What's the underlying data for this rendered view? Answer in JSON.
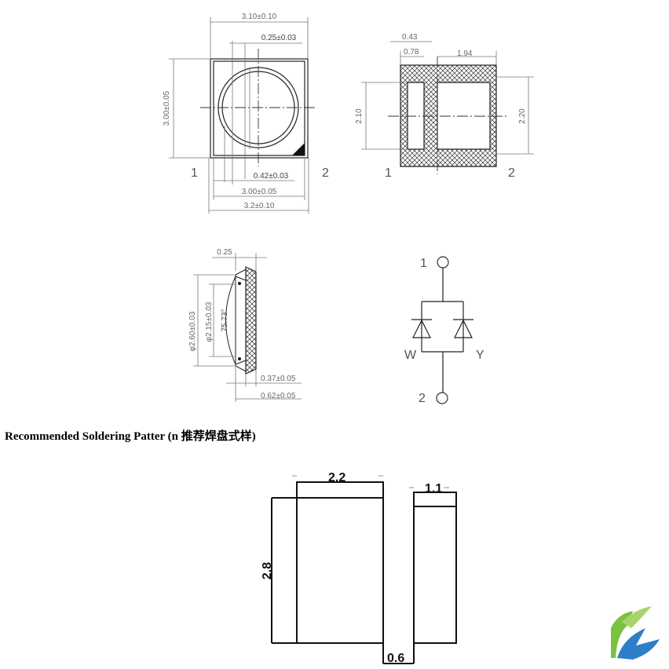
{
  "top_view": {
    "width_total": "3.10±0.10",
    "lens_offset": "0.25±0.03",
    "height": "3.00±0.05",
    "pad_gap": "0.42±0.03",
    "width_body": "3.00±0.05",
    "width_pads": "3.2±0.10",
    "pin1": "1",
    "pin2": "2"
  },
  "bottom_view": {
    "d1": "0.43",
    "d2": "0.78",
    "d3": "1.94",
    "h_left": "2.10",
    "h_right": "2.20",
    "pin1": "1",
    "pin2": "2"
  },
  "side_view": {
    "top": "0.25",
    "dia_outer": "φ2.60±0.03",
    "dia_inner": "φ2.15±0.03",
    "angle": "75.73°",
    "t1": "0.37±0.05",
    "t2": "0.62±0.05"
  },
  "schematic": {
    "pin1": "1",
    "pin2": "2",
    "diode_left": "W",
    "diode_right": "Y"
  },
  "soldering": {
    "heading": "Recommended Soldering Patter (n 推荐焊盘式样)",
    "pad_width": "2.2",
    "pad_small": "1.1",
    "pad_height": "2.8",
    "gap": "0.6"
  },
  "logo": {
    "colors": [
      "#7cc242",
      "#2e7fc8"
    ]
  }
}
